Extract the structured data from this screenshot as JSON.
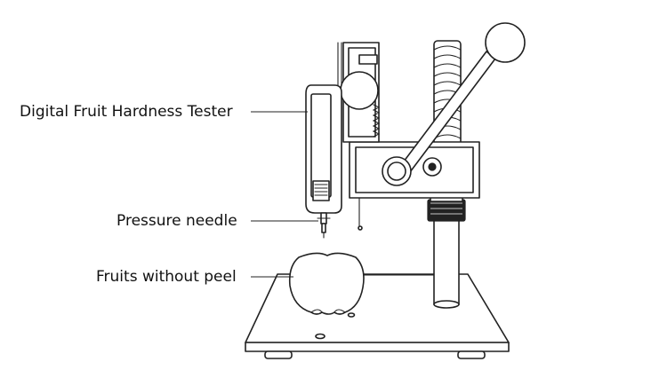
{
  "labels": {
    "tester": "Digital Fruit Hardness Tester",
    "needle": "Pressure needle",
    "fruit": "Fruits without peel"
  },
  "colors": {
    "line": "#222222",
    "background": "#ffffff"
  }
}
